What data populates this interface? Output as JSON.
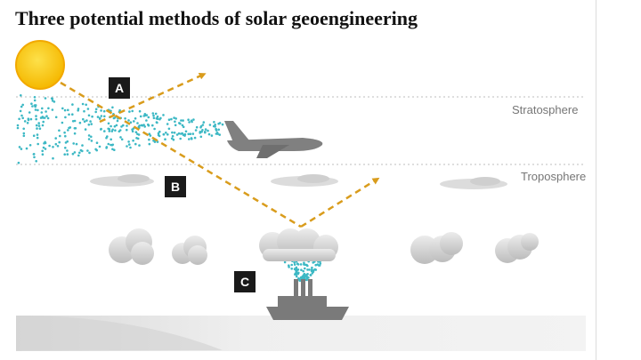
{
  "title": "Three potential methods of solar geoengineering",
  "layers": {
    "stratosphere": "Stratosphere",
    "troposphere": "Troposphere"
  },
  "markers": {
    "a": "A",
    "b": "B",
    "c": "C"
  },
  "colors": {
    "sun": "#f7c21a",
    "sun_edge": "#f2a900",
    "ray": "#d99c1c",
    "particles": "#3cb8c4",
    "aircraft": "#808080",
    "ship": "#7a7a7a",
    "clouds": "#d6d6d6",
    "boundary_line": "#bdbdbd",
    "ground": "#efefef"
  }
}
